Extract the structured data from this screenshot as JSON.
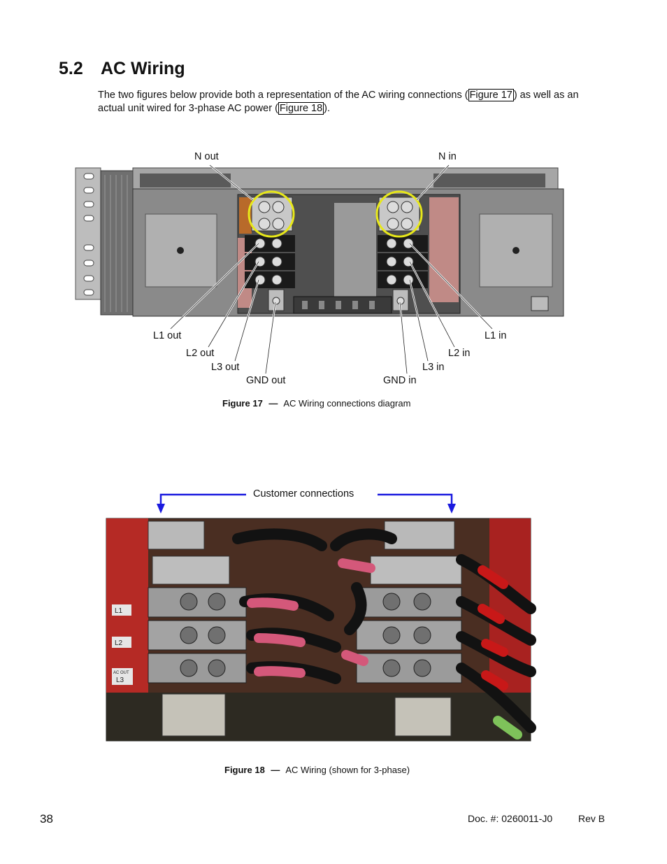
{
  "section": {
    "number": "5.2",
    "title": "AC Wiring"
  },
  "intro": {
    "part1": "The two figures below provide both a representation of the AC wiring connections (",
    "ref1": "Figure 17",
    "part2": ") as well as an actual unit wired for 3-phase AC power (",
    "ref2": "Figure 18",
    "part3": ")."
  },
  "figure17": {
    "labels": {
      "n_out": "N out",
      "n_in": "N in",
      "l1_out": "L1 out",
      "l2_out": "L2 out",
      "l3_out": "L3 out",
      "gnd_out": "GND out",
      "l1_in": "L1 in",
      "l2_in": "L2 in",
      "l3_in": "L3 in",
      "gnd_in": "GND in"
    },
    "caption_label": "Figure 17",
    "caption_sep": "—",
    "caption_text": "AC Wiring connections diagram"
  },
  "figure18": {
    "annotation": "Customer connections",
    "photo_labels": {
      "l1": "L1",
      "l2": "L2",
      "ac_out": "AC OUT",
      "l3": "L3"
    },
    "caption_label": "Figure 18",
    "caption_sep": "—",
    "caption_text": "AC Wiring (shown for 3-phase)"
  },
  "footer": {
    "page": "38",
    "doc": "Doc. #: 0260011-J0",
    "rev": "Rev B"
  },
  "colors": {
    "highlight_circle": "#e8e81a",
    "arrow_blue": "#1a1adf",
    "chassis": "#8a8a8a"
  }
}
